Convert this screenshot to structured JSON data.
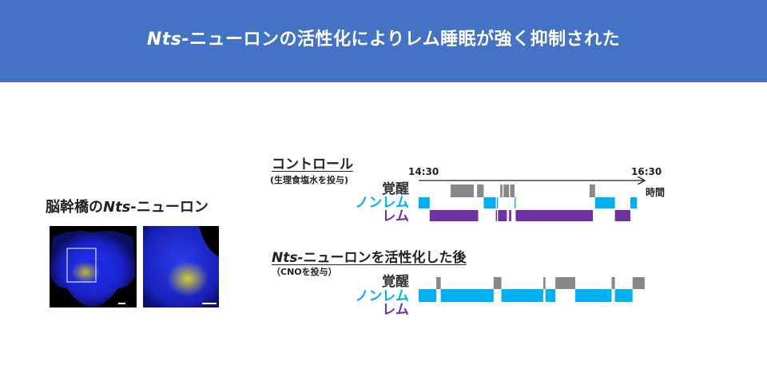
{
  "header": {
    "title_italic": "Nts-",
    "title_rest": "ニューロンの活性化によりレム睡眠が強く抑制された",
    "background": "#4472c4"
  },
  "left_panel": {
    "heading_prefix": "脳幹橋の",
    "heading_italic": "Nts-",
    "heading_suffix": "ニューロン"
  },
  "colors": {
    "wake": "#888888",
    "nrem": "#00b0f0",
    "rem": "#7030a0"
  },
  "stages": {
    "wake": "覚醒",
    "nrem": "ノンレム",
    "rem": "レム"
  },
  "axis": {
    "start": "14:30",
    "end": "16:30",
    "unit": "時間"
  },
  "control": {
    "heading": "コントロール",
    "note": "(生理食塩水を投与)",
    "wake_times": [
      0.29,
      0.5,
      0.53,
      0.59,
      0.74,
      0.76,
      0.77,
      0.82,
      0.83,
      0.87,
      1.55,
      1.6,
      1.94
    ],
    "rem_times": [
      0.1,
      0.54,
      0.7,
      0.7,
      0.72,
      0.8,
      0.82,
      0.84,
      0.88,
      1.58,
      1.78,
      1.92
    ]
  },
  "cno": {
    "heading_italic": "Nts-",
    "heading_rest": "ニューロンを活性化した後",
    "note": "（CNOを投与）",
    "wake_times": [
      0.2,
      0.16,
      0.68,
      0.75,
      1.13,
      1.15,
      1.24,
      1.42,
      1.75,
      1.78,
      1.94,
      2.05
    ]
  }
}
